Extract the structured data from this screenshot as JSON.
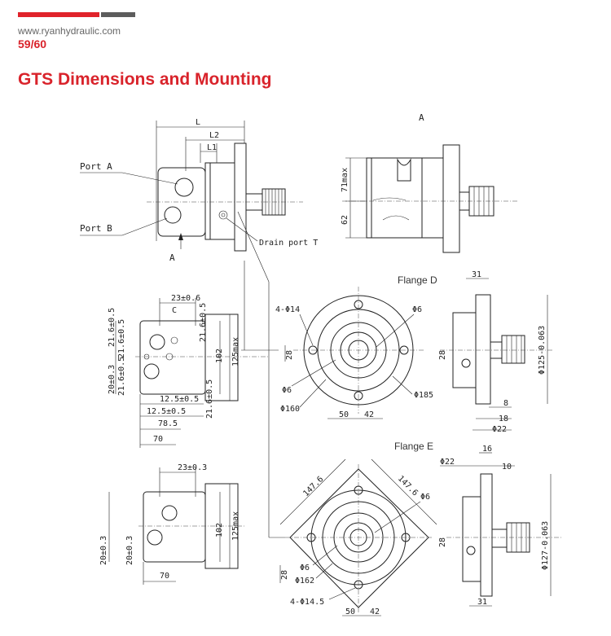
{
  "header": {
    "website": "www.ryanhydraulic.com",
    "page_number": "59/60",
    "title": "GTS Dimensions and Mounting"
  },
  "side_view": {
    "port_a": "Port A",
    "port_b": "Port B",
    "drain_port": "Drain port T",
    "arrow_a": "A",
    "dim_l": "L",
    "dim_l2": "L2",
    "dim_l1": "L1"
  },
  "view_a": {
    "label": "A",
    "dim_71max": "71max",
    "dim_62": "62"
  },
  "port_view_1": {
    "dim_23": "23±0.6",
    "label_c": "C",
    "dim_21_6_top": "21.6±0.5",
    "dim_21_6_left": "21.6±0.5",
    "dim_21_6_left2": "21.6±0.5",
    "dim_21_6_bot": "21.6±0.5",
    "dim_20": "20±0.3",
    "dim_102": "102",
    "dim_125max": "125max",
    "dim_12_5a": "12.5±0.5",
    "dim_12_5b": "12.5±0.5",
    "dim_78_5": "78.5",
    "dim_70": "70"
  },
  "port_view_2": {
    "dim_23": "23±0.3",
    "dim_20a": "20±0.3",
    "dim_20b": "20±0.3",
    "dim_102": "102",
    "dim_125max": "125max",
    "dim_70": "70"
  },
  "flange_d": {
    "title": "Flange D",
    "holes": "4-Φ14",
    "phi6_top": "Φ6",
    "phi6_left": "Φ6",
    "phi185": "Φ185",
    "phi160": "Φ160",
    "dim_28": "28",
    "dim_50": "50",
    "dim_42": "42",
    "side_31": "31",
    "side_28": "28",
    "side_8": "8",
    "side_18": "18",
    "side_22": "Φ22",
    "side_dia": "Φ125-0.063"
  },
  "flange_e": {
    "title": "Flange E",
    "dim_147a": "147.6",
    "dim_147b": "147.6",
    "phi6_top": "Φ6",
    "phi6_left": "Φ6",
    "phi162": "Φ162",
    "holes": "4-Φ14.5",
    "dim_28": "28",
    "dim_50": "50",
    "dim_42": "42",
    "side_16": "16",
    "side_22": "Φ22",
    "side_10": "10",
    "side_28": "28",
    "side_31": "31",
    "side_dia": "Φ127-0.063"
  }
}
